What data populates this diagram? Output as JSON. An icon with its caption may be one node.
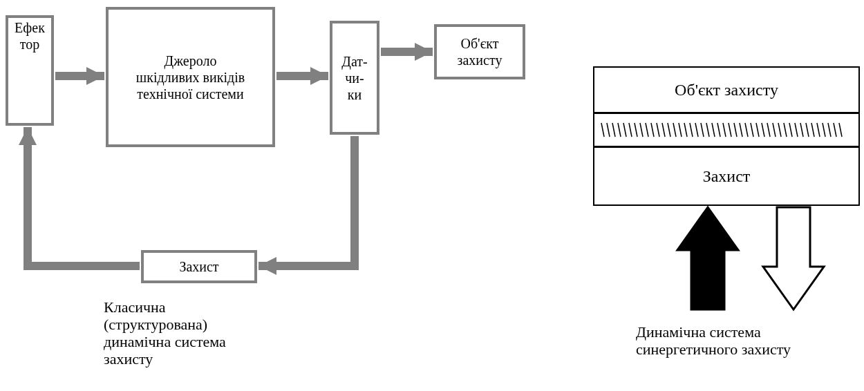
{
  "diagram": {
    "nodes": [
      {
        "text": [
          "Ефек тор"
        ]
      },
      {
        "text": [
          "Джероло шкідливих викідів технічної системи"
        ]
      },
      {
        "text": [
          "Дат- чи- ки"
        ]
      },
      {
        "text": [
          "Об'єкт захисту"
        ]
      },
      {
        "text": [
          "Захист"
        ]
      },
      {
        "text": [
          "Об'єкт захисту"
        ]
      },
      {
        "text": [
          "Захист"
        ]
      }
    ],
    "edges": [
      {
        "from": 0,
        "to": 1,
        "arrow": "to"
      },
      {
        "from": 1,
        "to": 2,
        "arrow": "to"
      },
      {
        "from": 2,
        "to": 3,
        "arrow": "to"
      },
      {
        "from": 2,
        "to": 4,
        "arrow": "to"
      },
      {
        "from": 4,
        "to": 0,
        "arrow": "to"
      },
      {
        "from": null,
        "to": 6,
        "arrow": "to",
        "color": "#000000"
      },
      {
        "from": 6,
        "to": null,
        "arrow": "to",
        "color": "#ffffff"
      }
    ],
    "labels": [
      "Класична (структурована) динамічна система захисту",
      "Динамічна система синергетичного захисту"
    ]
  }
}
